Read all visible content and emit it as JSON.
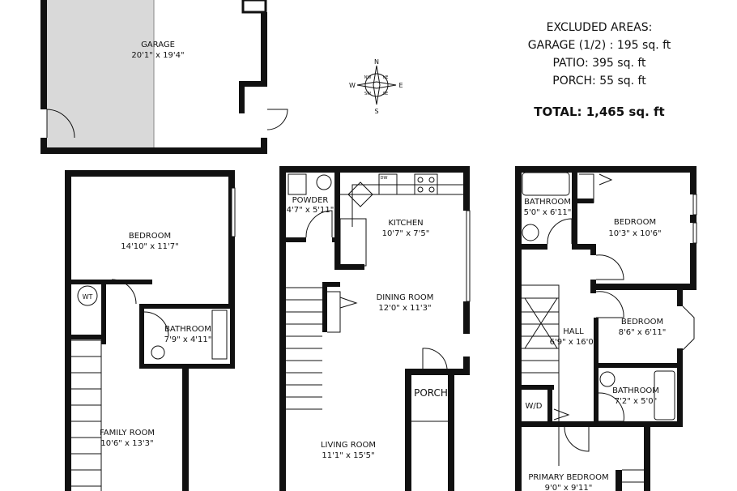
{
  "summary": {
    "heading": "EXCLUDED AREAS:",
    "lines": [
      "GARAGE (1/2) : 195 sq. ft",
      "PATIO: 395 sq. ft",
      "PORCH: 55 sq. ft"
    ],
    "total": "TOTAL: 1,465 sq. ft"
  },
  "compass": {
    "n": "N",
    "s": "S",
    "e": "E",
    "w": "W",
    "ne": "NE",
    "nw": "NW",
    "se": "SE",
    "sw": "SW"
  },
  "rooms": {
    "garage": {
      "name": "GARAGE",
      "dims": "20'1\" x 19'4\""
    },
    "bedroom_lower": {
      "name": "BEDROOM",
      "dims": "14'10\" x 11'7\""
    },
    "wt": {
      "name": "WT"
    },
    "bathroom_lower": {
      "name": "BATHROOM",
      "dims": "7'9\" x 4'11\""
    },
    "family_room": {
      "name": "FAMILY ROOM",
      "dims": "10'6\" x 13'3\""
    },
    "powder": {
      "name": "POWDER",
      "dims": "4'7\" x 5'11\""
    },
    "kitchen": {
      "name": "KITCHEN",
      "dims": "10'7\" x 7'5\""
    },
    "dw": {
      "name": "DW"
    },
    "dining_room": {
      "name": "DINING ROOM",
      "dims": "12'0\" x 11'3\""
    },
    "porch": {
      "name": "PORCH"
    },
    "living_room": {
      "name": "LIVING ROOM",
      "dims": "11'1\" x 15'5\""
    },
    "bathroom_upper1": {
      "name": "BATHROOM",
      "dims": "5'0\" x 6'11\""
    },
    "bedroom_upper1": {
      "name": "BEDROOM",
      "dims": "10'3\" x 10'6\""
    },
    "hall": {
      "name": "HALL",
      "dims": "6'9\" x 16'0\""
    },
    "bedroom_upper2": {
      "name": "BEDROOM",
      "dims": "8'6\" x 6'11\""
    },
    "bathroom_upper2": {
      "name": "BATHROOM",
      "dims": "7'2\" x 5'0\""
    },
    "wd": {
      "name": "W/D"
    },
    "primary_bedroom": {
      "name": "PRIMARY BEDROOM",
      "dims": "9'0\" x 9'11\""
    }
  },
  "colors": {
    "wall": "#111111",
    "garage_fill": "#d9d9d9",
    "background": "#ffffff"
  }
}
